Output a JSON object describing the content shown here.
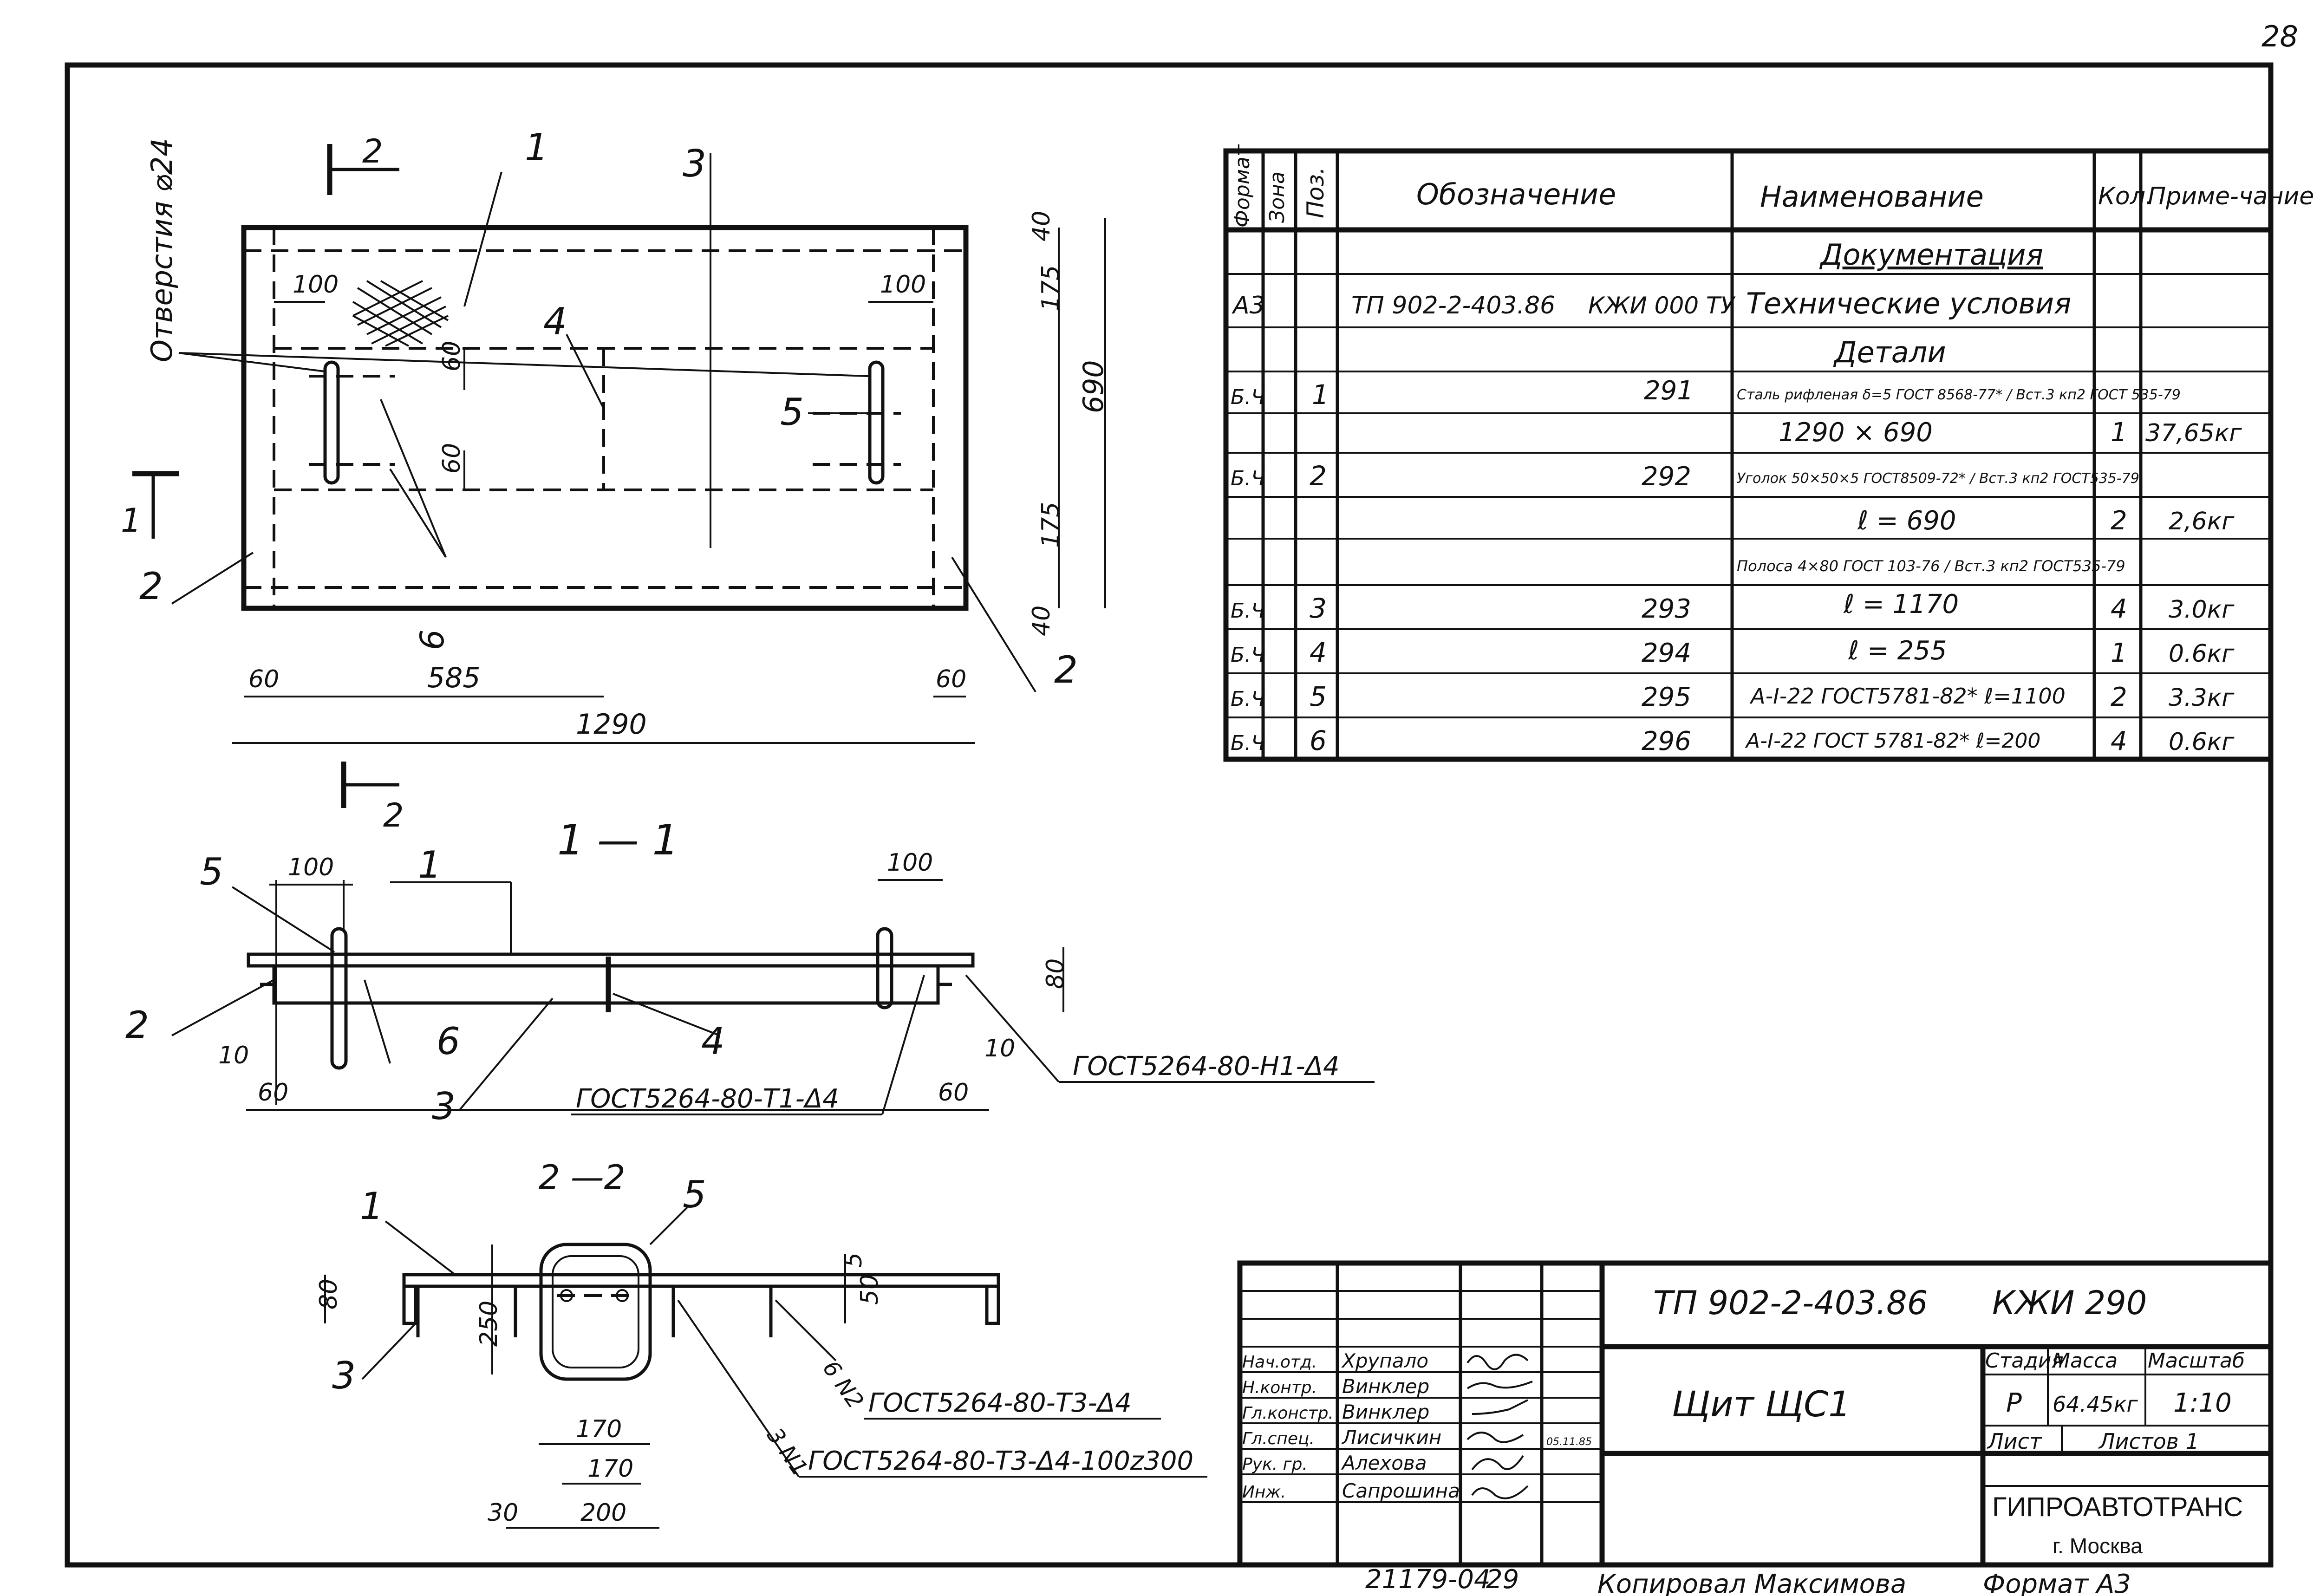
{
  "page_number": "28",
  "plan": {
    "holes_label": "Отверстия ⌀24",
    "section_2_mark": "2",
    "section_1_mark": "1",
    "pos_labels": [
      "1",
      "2",
      "2",
      "3",
      "4",
      "5",
      "6"
    ],
    "dims": {
      "d100a": "100",
      "d100b": "100",
      "d60a": "60",
      "d60b": "60",
      "d40a": "40",
      "d175a": "175",
      "d175b": "175",
      "d40b": "40",
      "d690": "690",
      "d60c": "60",
      "d585": "585",
      "d60d": "60",
      "d1290": "1290"
    }
  },
  "section11": {
    "title": "1 — 1",
    "labels": [
      "5",
      "1",
      "2",
      "6",
      "4",
      "3"
    ],
    "dims": {
      "d100a": "100",
      "d100b": "100",
      "d80": "80",
      "d10a": "10",
      "d60a": "60",
      "d10b": "10",
      "d60b": "60"
    },
    "weld1": "ГОСТ5264-80-Т1-Δ4",
    "weld2": "ГОСТ5264-80-Н1-Δ4"
  },
  "section22": {
    "title": "2 —2",
    "labels": [
      "1",
      "5",
      "3"
    ],
    "dims": {
      "d5": "5",
      "d50": "50",
      "d80": "80",
      "d250": "250",
      "d170a": "170",
      "d170b": "170",
      "d30": "30",
      "d200": "200"
    },
    "mark_6n2": "6 N2",
    "mark_3n1": "3 N1",
    "weld1": "ГОСТ5264-80-Т3-Δ4",
    "weld2": "ГОСТ5264-80-Т3-Δ4-100z300"
  },
  "spec": {
    "headers": {
      "format": "Формат",
      "zone": "Зона",
      "pos": "Поз.",
      "designation": "Обозначение",
      "name": "Наименование",
      "qty": "Кол.",
      "note": "Приме-чание"
    },
    "rows": [
      {
        "format": "",
        "pos": "",
        "designation": "",
        "code": "",
        "name": "Документация",
        "qty": "",
        "note": ""
      },
      {
        "format": "А3",
        "pos": "",
        "designation": "ТП 902-2-403.86",
        "code": "КЖИ 000 ТУ",
        "name": "Технические условия",
        "qty": "",
        "note": ""
      },
      {
        "format": "",
        "pos": "",
        "designation": "",
        "code": "",
        "name": "Детали",
        "qty": "",
        "note": ""
      },
      {
        "format": "Б.Ч",
        "pos": "1",
        "designation": "",
        "code": "291",
        "name": "Сталь рифленая δ=5 ГОСТ 8568-77* / Вст.3 кп2 ГОСТ 535-79",
        "qty": "",
        "note": ""
      },
      {
        "format": "",
        "pos": "",
        "designation": "",
        "code": "",
        "name": "1290 × 690",
        "qty": "1",
        "note": "37,65кг"
      },
      {
        "format": "Б.Ч",
        "pos": "2",
        "designation": "",
        "code": "292",
        "name": "Уголок 50×50×5 ГОСТ8509-72* / Вст.3 кп2 ГОСТ535-79",
        "qty": "",
        "note": ""
      },
      {
        "format": "",
        "pos": "",
        "designation": "",
        "code": "",
        "name": "ℓ = 690",
        "qty": "2",
        "note": "2,6кг"
      },
      {
        "format": "",
        "pos": "",
        "designation": "",
        "code": "",
        "name": "Полоса 4×80 ГОСТ 103-76 / Вст.3 кп2 ГОСТ535-79",
        "qty": "",
        "note": ""
      },
      {
        "format": "Б.Ч",
        "pos": "3",
        "designation": "",
        "code": "293",
        "name": "ℓ = 1170",
        "qty": "4",
        "note": "3.0кг"
      },
      {
        "format": "Б.Ч",
        "pos": "4",
        "designation": "",
        "code": "294",
        "name": "ℓ = 255",
        "qty": "1",
        "note": "0.6кг"
      },
      {
        "format": "Б.Ч",
        "pos": "5",
        "designation": "",
        "code": "295",
        "name": "А-I-22 ГОСТ5781-82* ℓ=1100",
        "qty": "2",
        "note": "3.3кг"
      },
      {
        "format": "Б.Ч",
        "pos": "6",
        "designation": "",
        "code": "296",
        "name": "А-I-22 ГОСТ 5781-82* ℓ=200",
        "qty": "4",
        "note": "0.6кг"
      }
    ]
  },
  "titleblock": {
    "doc_code": "ТП 902-2-403.86",
    "mark": "КЖИ 290",
    "item_name": "Щит ЩС1",
    "stage_label": "Стадия",
    "mass_label": "Масса",
    "scale_label": "Масштаб",
    "stage": "Р",
    "mass": "64.45кг",
    "scale": "1:10",
    "sheet_label": "Лист",
    "sheets_label": "Листов 1",
    "org": "ГИПРОАВТОТРАНС",
    "city": "г. Москва",
    "roles": [
      {
        "role": "Нач.отд.",
        "name": "Хрупало"
      },
      {
        "role": "Н.контр.",
        "name": "Винклер"
      },
      {
        "role": "Гл.констр.",
        "name": "Винклер"
      },
      {
        "role": "Гл.спец.",
        "name": "Лисичкин"
      },
      {
        "role": "Рук. гр.",
        "name": "Алехова"
      },
      {
        "role": "Инж.",
        "name": "Сапрошина"
      }
    ],
    "sign_date": "05.11.85"
  },
  "footer": {
    "inv": "21179-04",
    "page": "29",
    "copied": "Копировал Максимова",
    "format": "Формат А3"
  }
}
